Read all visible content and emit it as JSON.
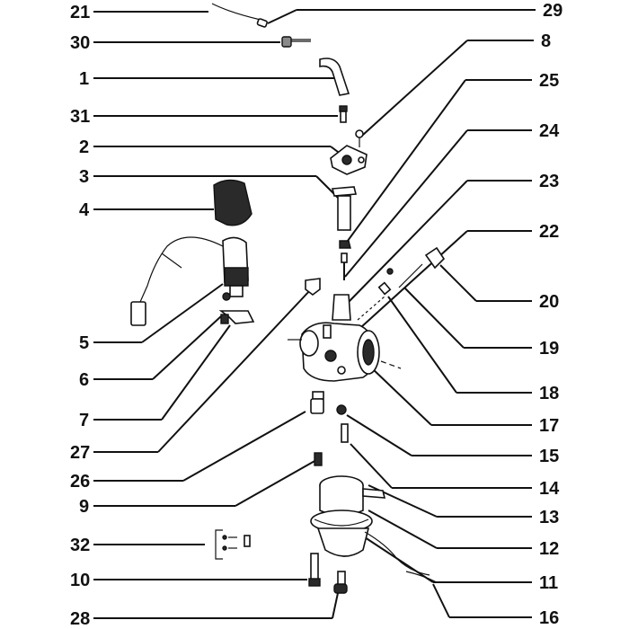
{
  "callouts": {
    "left": [
      "21",
      "30",
      "1",
      "31",
      "2",
      "3",
      "4",
      "5",
      "6",
      "7",
      "27",
      "26",
      "9",
      "32",
      "10",
      "28"
    ],
    "right": [
      "29",
      "8",
      "25",
      "24",
      "23",
      "22",
      "20",
      "19",
      "18",
      "17",
      "15",
      "14",
      "13",
      "12",
      "11",
      "16"
    ]
  },
  "colors": {
    "ink": "#111111",
    "background": "#ffffff"
  }
}
